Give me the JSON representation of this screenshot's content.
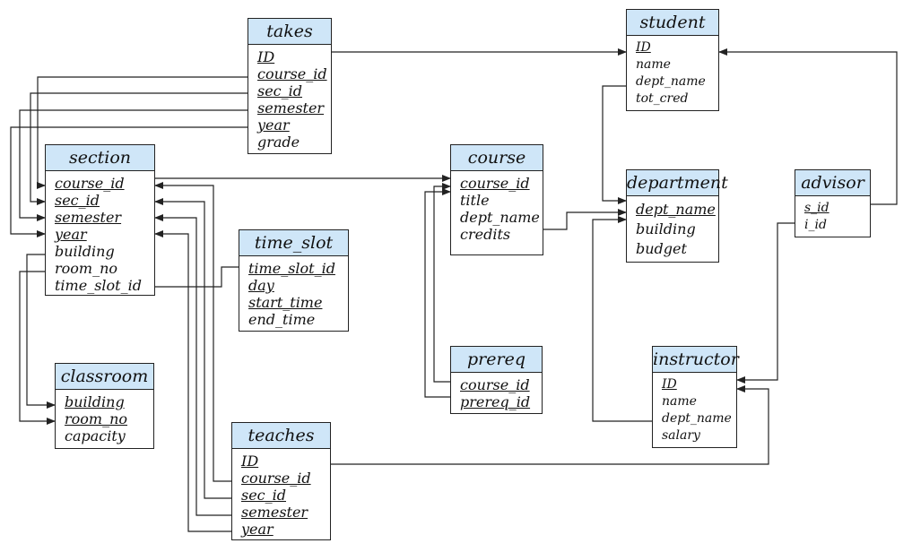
{
  "tables": {
    "takes": {
      "name": "takes",
      "attributes": [
        {
          "text": "ID",
          "pk": true
        },
        {
          "text": "course_id",
          "pk": true
        },
        {
          "text": "sec_id",
          "pk": true
        },
        {
          "text": "semester",
          "pk": true
        },
        {
          "text": "year",
          "pk": true
        },
        {
          "text": "grade",
          "pk": false
        }
      ]
    },
    "student": {
      "name": "student",
      "attributes": [
        {
          "text": "ID",
          "pk": true
        },
        {
          "text": "name",
          "pk": false
        },
        {
          "text": "dept_name",
          "pk": false
        },
        {
          "text": "tot_cred",
          "pk": false
        }
      ]
    },
    "section": {
      "name": "section",
      "attributes": [
        {
          "text": "course_id",
          "pk": true
        },
        {
          "text": "sec_id",
          "pk": true
        },
        {
          "text": "semester",
          "pk": true
        },
        {
          "text": "year",
          "pk": true
        },
        {
          "text": "building",
          "pk": false
        },
        {
          "text": "room_no",
          "pk": false
        },
        {
          "text": "time_slot_id",
          "pk": false
        }
      ]
    },
    "course": {
      "name": "course",
      "attributes": [
        {
          "text": "course_id",
          "pk": true
        },
        {
          "text": "title",
          "pk": false
        },
        {
          "text": "dept_name",
          "pk": false
        },
        {
          "text": "credits",
          "pk": false
        }
      ]
    },
    "department": {
      "name": "department",
      "attributes": [
        {
          "text": "dept_name",
          "pk": true
        },
        {
          "text": "building",
          "pk": false
        },
        {
          "text": "budget",
          "pk": false
        }
      ]
    },
    "advisor": {
      "name": "advisor",
      "attributes": [
        {
          "text": "s_id",
          "pk": true
        },
        {
          "text": "i_id",
          "pk": false
        }
      ]
    },
    "time_slot": {
      "name": "time_slot",
      "attributes": [
        {
          "text": "time_slot_id",
          "pk": true
        },
        {
          "text": "day",
          "pk": true
        },
        {
          "text": "start_time",
          "pk": true
        },
        {
          "text": "end_time",
          "pk": false
        }
      ]
    },
    "classroom": {
      "name": "classroom",
      "attributes": [
        {
          "text": "building",
          "pk": true
        },
        {
          "text": "room_no",
          "pk": true
        },
        {
          "text": "capacity",
          "pk": false
        }
      ]
    },
    "prereq": {
      "name": "prereq",
      "attributes": [
        {
          "text": "course_id",
          "pk": true
        },
        {
          "text": "prereq_id",
          "pk": true
        }
      ]
    },
    "instructor": {
      "name": "instructor",
      "attributes": [
        {
          "text": "ID",
          "pk": true
        },
        {
          "text": "name",
          "pk": false
        },
        {
          "text": "dept_name",
          "pk": false
        },
        {
          "text": "salary",
          "pk": false
        }
      ]
    },
    "teaches": {
      "name": "teaches",
      "attributes": [
        {
          "text": "ID",
          "pk": true
        },
        {
          "text": "course_id",
          "pk": true
        },
        {
          "text": "sec_id",
          "pk": true
        },
        {
          "text": "semester",
          "pk": true
        },
        {
          "text": "year",
          "pk": true
        }
      ]
    }
  },
  "colors": {
    "header": "#cfe6f8",
    "line": "#222222"
  }
}
